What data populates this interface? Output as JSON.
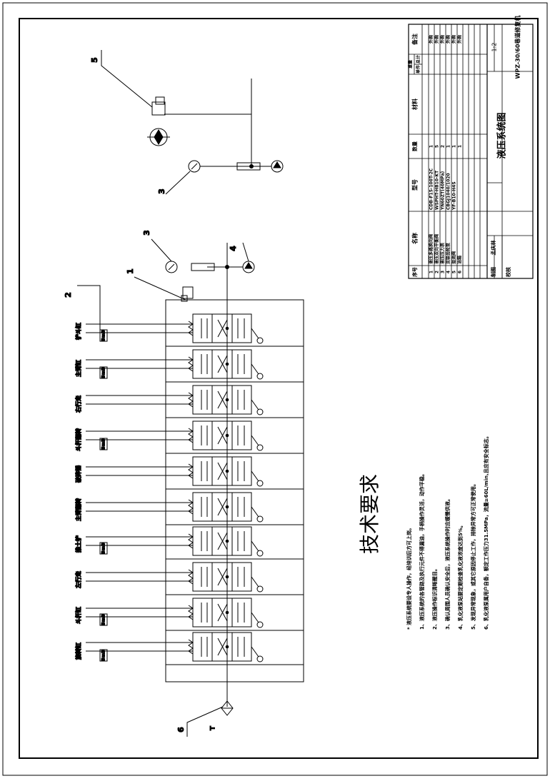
{
  "title_block": {
    "headers": {
      "no": "序号",
      "name": "名称",
      "model": "型号",
      "qty": "数量",
      "material": "材料",
      "weight": "重量",
      "unit": "单件",
      "total": "总计",
      "remark": "备注"
    },
    "rows": [
      {
        "no": "1",
        "name": "液压多路换向阀",
        "model": "CDB-F15-100T-2C",
        "qty": "1",
        "remark": "外购"
      },
      {
        "no": "2",
        "name": "液压双向平衡阀",
        "model": "WSPHT-HB10-KT",
        "qty": "5",
        "remark": "外购"
      },
      {
        "no": "3",
        "name": "液压压力表",
        "model": "YN60ZT(40MPa)",
        "qty": "2",
        "remark": "外购"
      },
      {
        "no": "4",
        "name": "双联齿轮泵",
        "model": "CBGJ1040/1020",
        "qty": "1",
        "remark": "外购"
      },
      {
        "no": "5",
        "name": "溢流阀",
        "model": "YF-B10-H4S",
        "qty": "1",
        "remark": "外购"
      },
      {
        "no": "6",
        "name": "油箱",
        "model": "",
        "qty": "1",
        "remark": "外购"
      }
    ],
    "drawing_title": "液压系统图",
    "scale": "1:2",
    "machine": "WPZ-30/60巷道修复机",
    "drawn_label": "制图",
    "drawn_by": "孟庆林",
    "checked_label": "校核"
  },
  "tech": {
    "title": "技术要求",
    "lines": [
      "* 液压系统要设专人操作，经培训后方可上岗。",
      "1、液压系统的各管路及执行元件不得漏油，手柄操作灵活，动作平稳。",
      "2、液压操作标识清晰醒目。",
      "3、确认周围人员确认安全后，液压系统操作时应缓慢供液。",
      "4、乳化液泵站要定期检查乳化液浓度达到5%。",
      "5、发现异常现象，或其它原因停止工作，排除异常方可正常使用。",
      "6、乳化液泵属用户自备，额定工作压力31.5MPa，流量≥60L/min,且应有安全标志。"
    ]
  },
  "actuators": [
    "旋转缸",
    "斗杆缸",
    "左行走",
    "推土铲",
    "主臂翻转",
    "破碎锤",
    "斗杆翻转",
    "右行走",
    "主臂缸",
    "铲斗缸"
  ],
  "cylinder_tag": "BmB",
  "callouts": {
    "c1": "1",
    "c2": "2",
    "c3a": "3",
    "c3b": "3",
    "c4": "4",
    "c5": "5",
    "c6": "6"
  },
  "tank_label": "T"
}
